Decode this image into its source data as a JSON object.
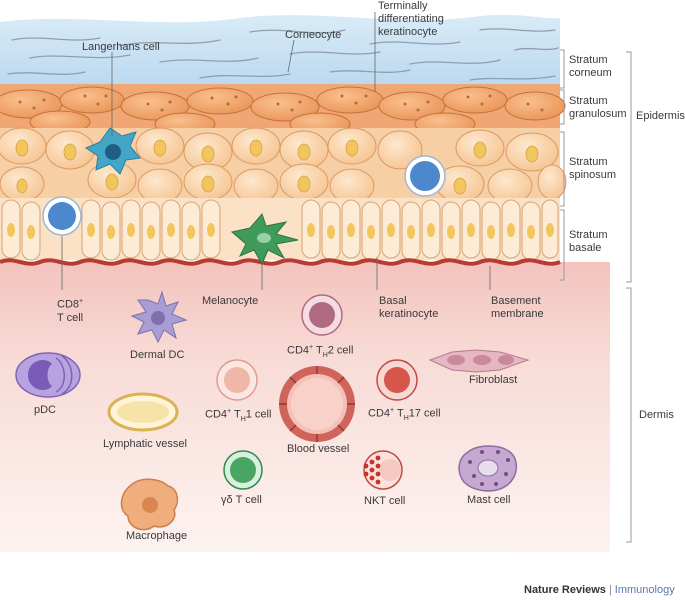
{
  "labels": {
    "langerhans": "Langerhans cell",
    "corneocyte": "Corneocyte",
    "terminal_1": "Terminally",
    "terminal_2": "differentiating",
    "terminal_3": "keratinocyte",
    "corneum_1": "Stratum",
    "corneum_2": "corneum",
    "granulosum_1": "Stratum",
    "granulosum_2": "granulosum",
    "spinosum_1": "Stratum",
    "spinosum_2": "spinosum",
    "basale_1": "Stratum",
    "basale_2": "basale",
    "epidermis": "Epidermis",
    "dermis": "Dermis",
    "cd8_1": "CD8",
    "cd8_sup": "+",
    "cd8_2": "T cell",
    "melanocyte": "Melanocyte",
    "basal_1": "Basal",
    "basal_2": "keratinocyte",
    "basement_1": "Basement",
    "basement_2": "membrane",
    "dermal_dc": "Dermal DC",
    "th2_pre": "CD4",
    "th2_sup": "+",
    "th2_mid": " T",
    "th2_sub": "H",
    "th2_post": "2 cell",
    "pdc": "pDC",
    "th1_pre": "CD4",
    "th1_sup": "+",
    "th1_mid": " T",
    "th1_sub": "H",
    "th1_post": "1 cell",
    "blood_vessel": "Blood vessel",
    "th17_pre": "CD4",
    "th17_sup": "+",
    "th17_mid": " T",
    "th17_sub": "H",
    "th17_post": "17 cell",
    "fibroblast": "Fibroblast",
    "lymphatic": "Lymphatic vessel",
    "gd_t": "γδ T cell",
    "nkt": "NKT cell",
    "mast": "Mast cell",
    "macrophage": "Macrophage"
  },
  "credit": {
    "journal": "Nature Reviews",
    "separator": "|",
    "subject": "Immunology"
  },
  "colors": {
    "dermis_top": "#f3c3bd",
    "dermis_bottom": "#fdf1ef",
    "corneum": "#bfdbef",
    "keratinocyte": "#f9d4ad",
    "granular": "#f3a772",
    "basement_membrane": "#b83b33",
    "langerhans": "#43a6c6",
    "t_cell": "#4d88cf",
    "melanocyte": "#3f9a5c",
    "dermal_dc": "#9a8ec6",
    "th2": "#b06a82",
    "th1": "#f0aa9b",
    "th17": "#d6564c",
    "pdc": "#8c6bc4",
    "fibroblast": "#d19aac",
    "lymphatic": "#f6e3a8",
    "gd_t": "#48a562",
    "nkt": "#d85749",
    "mast": "#b38fc0",
    "macrophage": "#f0ad7e",
    "blood_vessel": "#cf645b"
  }
}
